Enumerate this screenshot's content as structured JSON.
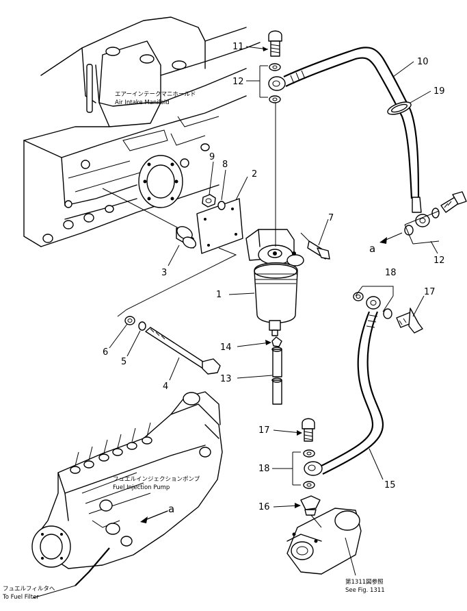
{
  "callouts": {
    "c1": "1",
    "c2": "2",
    "c3": "3",
    "c4": "4",
    "c5": "5",
    "c6": "6",
    "c7": "7",
    "c8": "8",
    "c9": "9",
    "c10": "10",
    "c11": "11",
    "c12a": "12",
    "c12b": "12",
    "c13": "13",
    "c14": "14",
    "c15": "15",
    "c16": "16",
    "c17a": "17",
    "c17b": "17",
    "c18a": "18",
    "c18b": "18",
    "c19": "19"
  },
  "connection_marks": {
    "left": "a",
    "right": "a"
  },
  "captions": {
    "air_intake_jp": "エアーインテークマニホールド",
    "air_intake_en": "Air Intake Manifold",
    "injection_pump_jp": "フュエルインジェクションポンプ",
    "injection_pump_en": "Fuel Injection Pump",
    "fuel_filter_jp": "フュエルフィルタへ",
    "fuel_filter_en": "To Fuel Filter",
    "see_fig_jp": "第1311図参照",
    "see_fig_en": "See Fig. 1311"
  }
}
